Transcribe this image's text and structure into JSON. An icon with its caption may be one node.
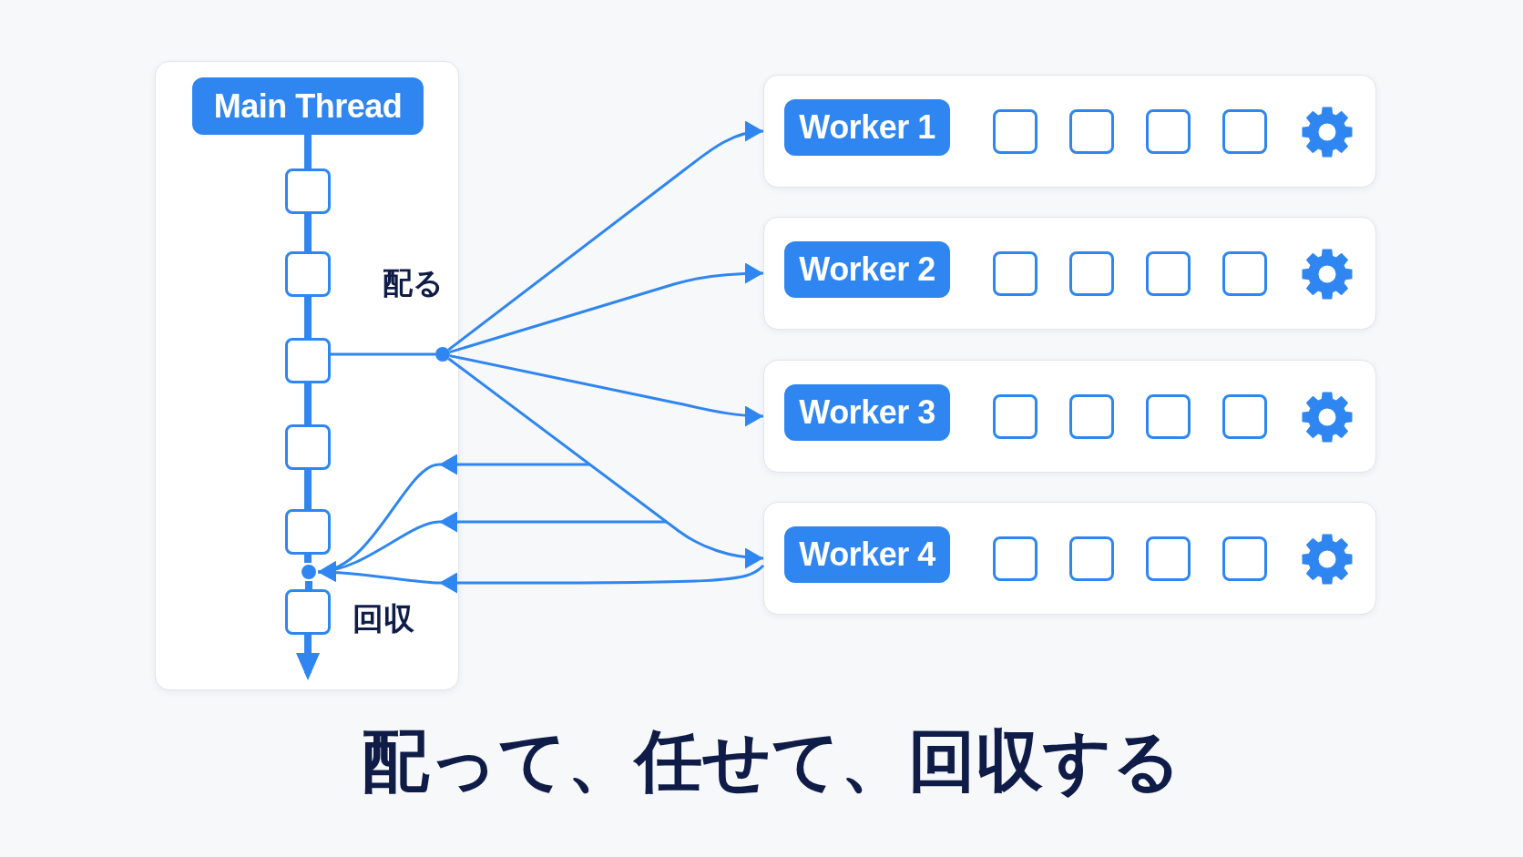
{
  "diagram": {
    "title": "配って、任せて、回収する",
    "nodes": [
      {
        "text": [],
        "shape": "box"
      },
      {
        "text": [
          "Main Thread"
        ],
        "in": 0
      },
      {
        "text": [],
        "shape": "box",
        "in": 0
      },
      {
        "text": [],
        "shape": "box",
        "in": 0
      },
      {
        "text": [],
        "shape": "box",
        "in": 0
      },
      {
        "text": [],
        "shape": "box",
        "in": 0
      },
      {
        "text": [],
        "shape": "box",
        "in": 0
      },
      {
        "text": [],
        "shape": "box",
        "in": 0
      },
      {
        "text": [],
        "shape": "circle",
        "in": 0,
        "beside": [
          "配る"
        ]
      },
      {
        "text": [],
        "shape": "circle",
        "in": 0
      },
      {
        "text": [],
        "shape": "box"
      },
      {
        "text": [
          "Worker 1"
        ],
        "in": 10
      },
      {
        "text": [],
        "shape": "box",
        "in": 10
      },
      {
        "text": [],
        "shape": "box",
        "in": 10
      },
      {
        "text": [],
        "shape": "box",
        "in": 10
      },
      {
        "text": [],
        "shape": "box",
        "in": 10
      },
      {
        "text": [],
        "shape": "box"
      },
      {
        "text": [
          "Worker 2"
        ],
        "in": 16
      },
      {
        "text": [],
        "shape": "box",
        "in": 16
      },
      {
        "text": [],
        "shape": "box",
        "in": 16
      },
      {
        "text": [],
        "shape": "box",
        "in": 16
      },
      {
        "text": [],
        "shape": "box",
        "in": 16
      },
      {
        "text": [],
        "shape": "box"
      },
      {
        "text": [
          "Worker 3"
        ],
        "in": 22
      },
      {
        "text": [],
        "shape": "box",
        "in": 22
      },
      {
        "text": [],
        "shape": "box",
        "in": 22
      },
      {
        "text": [],
        "shape": "box",
        "in": 22
      },
      {
        "text": [],
        "shape": "box",
        "in": 22
      },
      {
        "text": [],
        "shape": "box"
      },
      {
        "text": [
          "Worker 4"
        ],
        "in": 28
      },
      {
        "text": [],
        "shape": "box",
        "in": 28
      },
      {
        "text": [],
        "shape": "box",
        "in": 28
      },
      {
        "text": [],
        "shape": "box",
        "in": 28
      },
      {
        "text": [],
        "shape": "box",
        "in": 28
      }
    ],
    "edges": [
      {
        "from": 1,
        "to": 2,
        "arrow": "none",
        "style": "thick"
      },
      {
        "from": 4,
        "to": 8,
        "arrow": "none"
      },
      {
        "from": 8,
        "to": 10,
        "arrow": "to"
      },
      {
        "from": 8,
        "to": 16,
        "arrow": "to"
      },
      {
        "from": 8,
        "to": 22,
        "arrow": "to"
      },
      {
        "from": 8,
        "to": 28,
        "arrow": "to"
      },
      {
        "from": null,
        "to": 9,
        "arrow": "to"
      },
      {
        "from": null,
        "to": 9,
        "arrow": "to"
      },
      {
        "from": 28,
        "to": 9,
        "arrow": "to"
      },
      {
        "from": 2,
        "to": 3,
        "arrow": "none",
        "style": "thick"
      },
      {
        "from": 3,
        "to": 4,
        "arrow": "none",
        "style": "thick"
      },
      {
        "from": 4,
        "to": 5,
        "arrow": "none",
        "style": "thick"
      },
      {
        "from": 5,
        "to": 6,
        "arrow": "none",
        "style": "thick"
      },
      {
        "from": 6,
        "to": 9,
        "arrow": "none",
        "style": "thick"
      },
      {
        "from": 9,
        "to": 7,
        "arrow": "none",
        "style": "thick"
      },
      {
        "from": 7,
        "to": null,
        "arrow": "to",
        "style": "thick"
      }
    ],
    "labels": [
      "回収"
    ]
  }
}
